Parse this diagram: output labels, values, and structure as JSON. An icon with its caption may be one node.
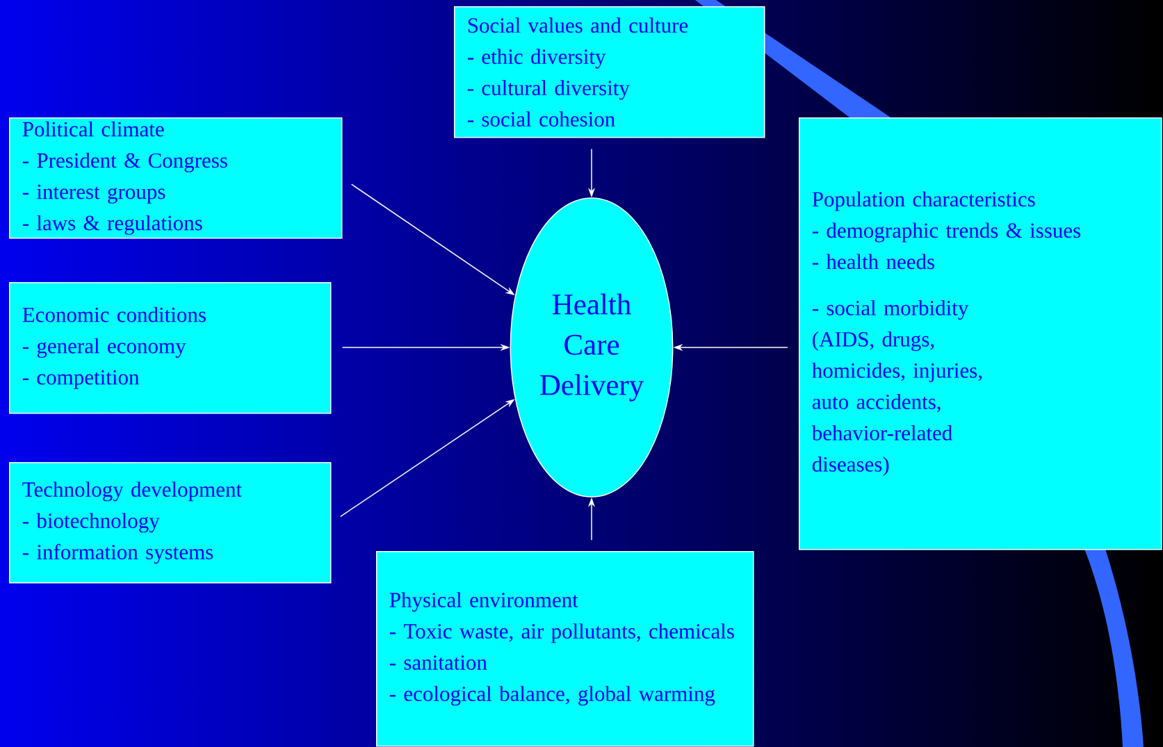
{
  "diagram": {
    "nodes": [
      {
        "text": [
          "Social values and culture",
          "- ethic diversity",
          "- cultural diversity",
          "- social cohesion"
        ]
      },
      {
        "text": [
          "Political climate",
          "- President & Congress",
          "- interest groups",
          "- laws & regulations"
        ]
      },
      {
        "text": [
          "Population characteristics",
          "- demographic trends & issues",
          "- health needs",
          "- social morbidity (AIDS, drugs, homicides, injuries, auto accidents, behavior-related diseases)"
        ]
      },
      {
        "text": [
          "Economic conditions",
          "- general economy",
          "- competition"
        ]
      },
      {
        "text": [
          "Health Care Delivery"
        ]
      },
      {
        "text": [
          "Technology development",
          "- biotechnology",
          "- information systems"
        ]
      },
      {
        "text": [
          "Physical environment",
          "- Toxic waste, air pollutants, chemicals",
          "- sanitation",
          "- ecological balance, global warming"
        ]
      }
    ],
    "edges": [
      {
        "from": 0,
        "to": 4,
        "arrow": "to"
      },
      {
        "from": 1,
        "to": 4,
        "arrow": "to"
      },
      {
        "from": 2,
        "to": 4,
        "arrow": "to"
      },
      {
        "from": 3,
        "to": 4,
        "arrow": "to"
      },
      {
        "from": 5,
        "to": 4,
        "arrow": "to"
      },
      {
        "from": 6,
        "to": 4,
        "arrow": "to"
      }
    ]
  }
}
